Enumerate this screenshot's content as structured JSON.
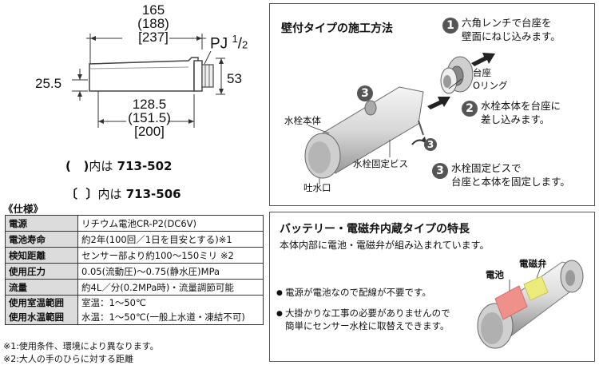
{
  "dimensions": {
    "top": [
      "165",
      "(188)",
      "[237]"
    ],
    "pipe": "PJ",
    "pipe_fraction_num": "1",
    "pipe_fraction_den": "2",
    "left_height": "25.5",
    "right_height": "53",
    "bottom": [
      "128.5",
      "(151.5)",
      "[200]"
    ]
  },
  "models": {
    "paren_open": "(",
    "paren_close": ")",
    "paren_text": "内は",
    "paren_model": "713-502",
    "bracket_open": "〔",
    "bracket_close": "〕",
    "bracket_text": "内は",
    "bracket_model": "713-506"
  },
  "spec": {
    "title": "《仕様》",
    "rows": [
      {
        "label": "電源",
        "value": "リチウム電池CR-P2(DC6V)"
      },
      {
        "label": "電池寿命",
        "value": "約2年(100回／1日を目安とする)※1"
      },
      {
        "label": "検知距離",
        "value": "センサー部より約100〜150ミリ ※2"
      },
      {
        "label": "使用圧力",
        "value": "0.05(流動圧)〜0.75(静水圧)MPa"
      },
      {
        "label": "流量",
        "value": "約4L／分(0.2MPa時)・流量調節可能"
      },
      {
        "label": "使用室温範囲",
        "value": "室温：1〜50℃"
      },
      {
        "label": "使用水温範囲",
        "value": "水温：1〜50℃(一般上水道・凍結不可)"
      }
    ],
    "notes": [
      "※1:使用条件、環境により異なります。",
      "※2:大人の手のひらに対する距離"
    ]
  },
  "install": {
    "title": "壁付タイプの施工方法",
    "steps": [
      {
        "num": "1",
        "text": "六角レンチで台座を\n壁面にねじ込みます。"
      },
      {
        "num": "2",
        "text": "水栓本体を台座に\n差し込みます。"
      },
      {
        "num": "3",
        "text": "水栓固定ビスで\n台座と本体を固定します。"
      }
    ],
    "labels": {
      "base": "台座",
      "oring": "Oリング",
      "body": "水栓本体",
      "screw": "水栓固定ビス",
      "spout": "吐水口",
      "marker3": "3"
    }
  },
  "battery": {
    "title": "バッテリー・電磁弁内蔵タイプの特長",
    "subtitle": "本体内部に電池・電磁弁が組み込まれています。",
    "label_valve": "電磁弁",
    "label_battery": "電池",
    "bullets": [
      "電源が電池なので配線が不要です。",
      "大掛かりな工事の必要がありませんので\n簡単にセンサー水栓に取替えできます。"
    ]
  },
  "colors": {
    "battery": "#f0908a",
    "valve": "#ecea7a",
    "panel_border": "#555555",
    "header_bg": "#dcdcdc"
  }
}
